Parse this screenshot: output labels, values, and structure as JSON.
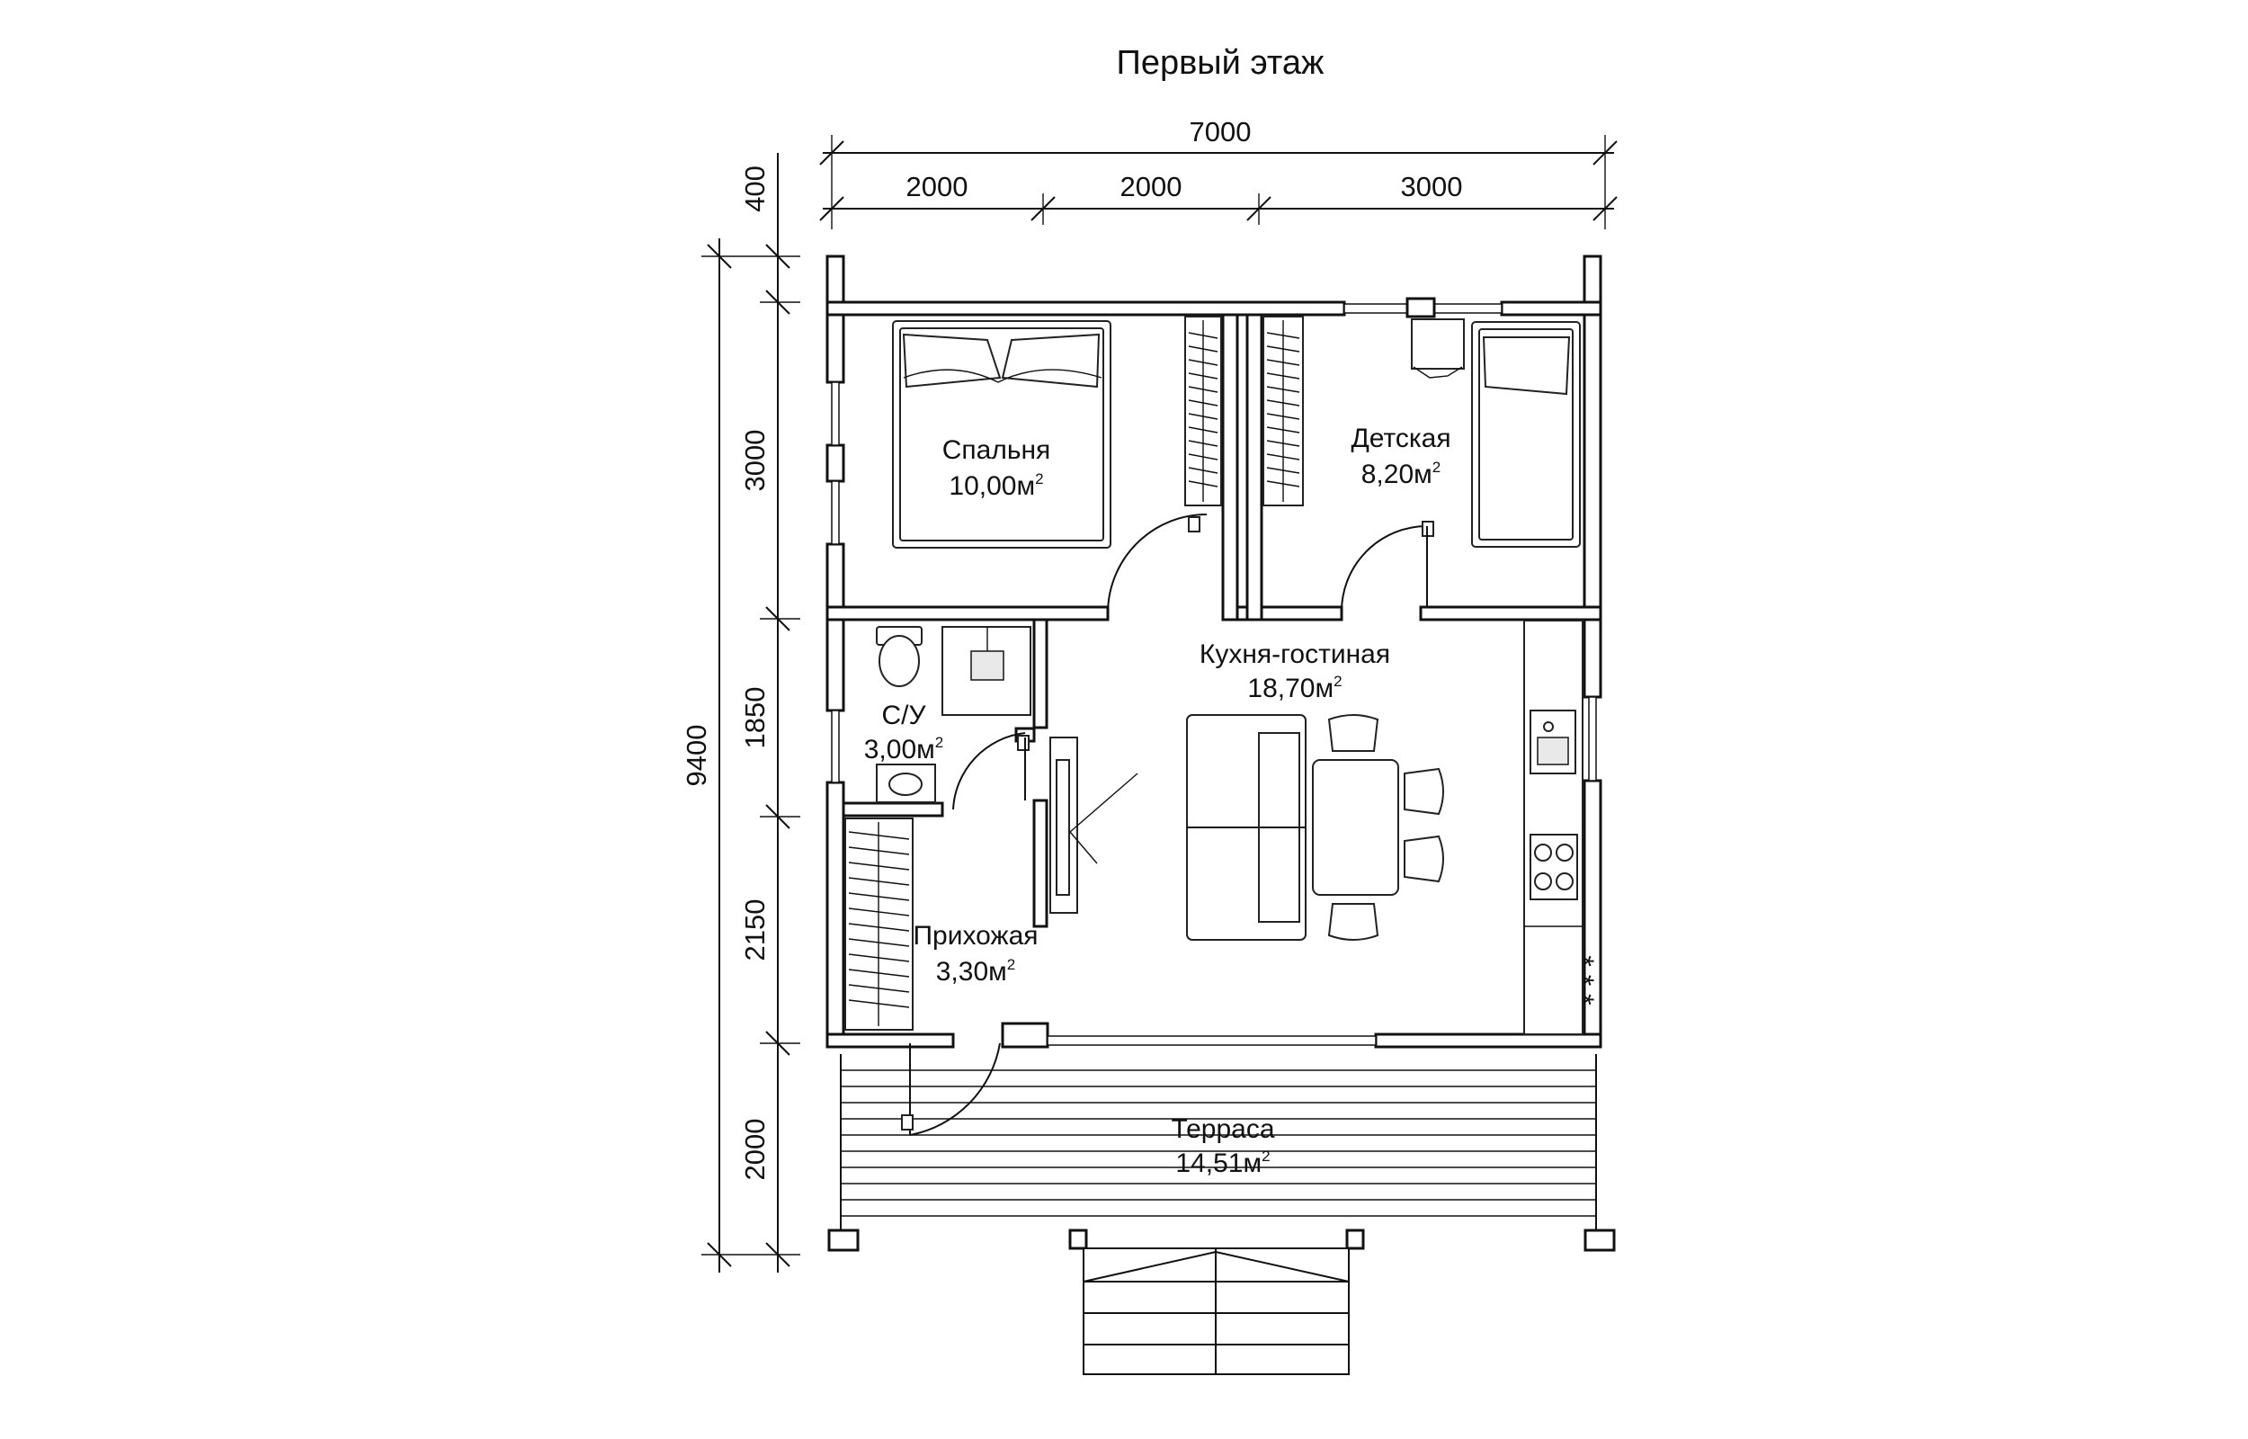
{
  "title": "Первый этаж",
  "dimensions": {
    "top_total": "7000",
    "top_segments": [
      "2000",
      "2000",
      "3000"
    ],
    "left_total": "9400",
    "left_segments": [
      "400",
      "3000",
      "1850",
      "2150",
      "2000"
    ]
  },
  "rooms": [
    {
      "name": "Спальня",
      "area": "10,00м",
      "sup": "2"
    },
    {
      "name": "Детская",
      "area": "8,20м",
      "sup": "2"
    },
    {
      "name": "Кухня-гостиная",
      "area": "18,70м",
      "sup": "2"
    },
    {
      "name": "С/У",
      "area": "3,00м",
      "sup": "2"
    },
    {
      "name": "Прихожая",
      "area": "3,30м",
      "sup": "2"
    },
    {
      "name": "Терраса",
      "area": "14,51м",
      "sup": "2"
    }
  ],
  "fridge_label": "* * *"
}
